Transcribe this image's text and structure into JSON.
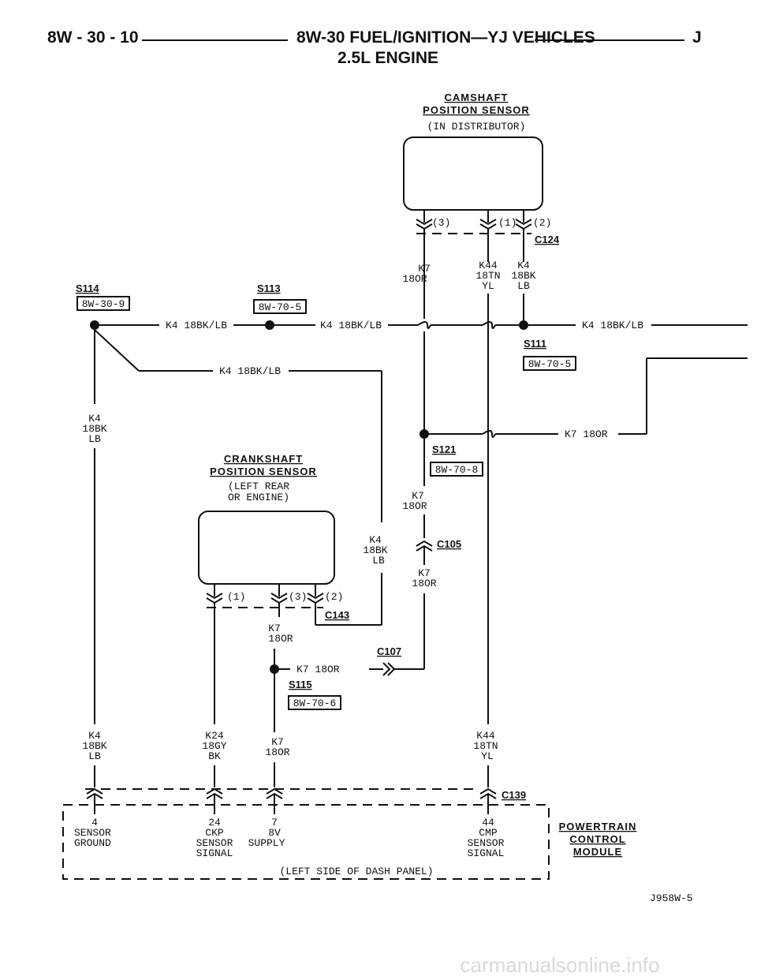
{
  "header": {
    "page_ref": "8W - 30 - 10",
    "title": "8W-30 FUEL/IGNITION—YJ VEHICLES",
    "vehicle": "J",
    "subtitle": "2.5L ENGINE"
  },
  "camshaft_sensor": {
    "title1": "CAMSHAFT",
    "title2": "POSITION SENSOR",
    "location": "(IN DISTRIBUTOR)",
    "pins": [
      "(3)",
      "(1)",
      "(2)"
    ],
    "connector": "C124"
  },
  "crankshaft_sensor": {
    "title1": "CRANKSHAFT",
    "title2": "POSITION SENSOR",
    "location1": "(LEFT REAR",
    "location2": "OR ENGINE)",
    "pins": [
      "(1)",
      "(3)",
      "(2)"
    ],
    "connector": "C143"
  },
  "splices": {
    "s114": "S114",
    "s114_ref": "8W-30-9",
    "s113": "S113",
    "s113_ref": "8W-70-5",
    "s111": "S111",
    "s111_ref": "8W-70-5",
    "s121": "S121",
    "s121_ref": "8W-70-8",
    "s115": "S115",
    "s115_ref": "8W-70-6"
  },
  "connectors": {
    "c105": "C105",
    "c107": "C107",
    "c139": "C139"
  },
  "wires": {
    "k4_bklb": "K4 18BK/LB",
    "k7_or": "K7 18OR",
    "k4": "K4",
    "k7": "K7",
    "k44": "K44",
    "k24": "K24",
    "g18or": "18OR",
    "g18tn": "18TN",
    "g18bk": "18BK",
    "g18gy": "18GY",
    "yl": "YL",
    "lb": "LB",
    "bk": "BK"
  },
  "pcm": {
    "title1": "POWERTRAIN",
    "title2": "CONTROL",
    "title3": "MODULE",
    "location": "(LEFT SIDE OF DASH PANEL)",
    "pins": [
      {
        "num": "4",
        "l1": "SENSOR",
        "l2": "GROUND",
        "l3": ""
      },
      {
        "num": "24",
        "l1": "CKP",
        "l2": "SENSOR",
        "l3": "SIGNAL"
      },
      {
        "num": "7",
        "l1": "8V",
        "l2": "SUPPLY",
        "l3": ""
      },
      {
        "num": "44",
        "l1": "CMP",
        "l2": "SENSOR",
        "l3": "SIGNAL"
      }
    ]
  },
  "figure_id": "J958W-5",
  "watermark": "carmanualsonline.info"
}
